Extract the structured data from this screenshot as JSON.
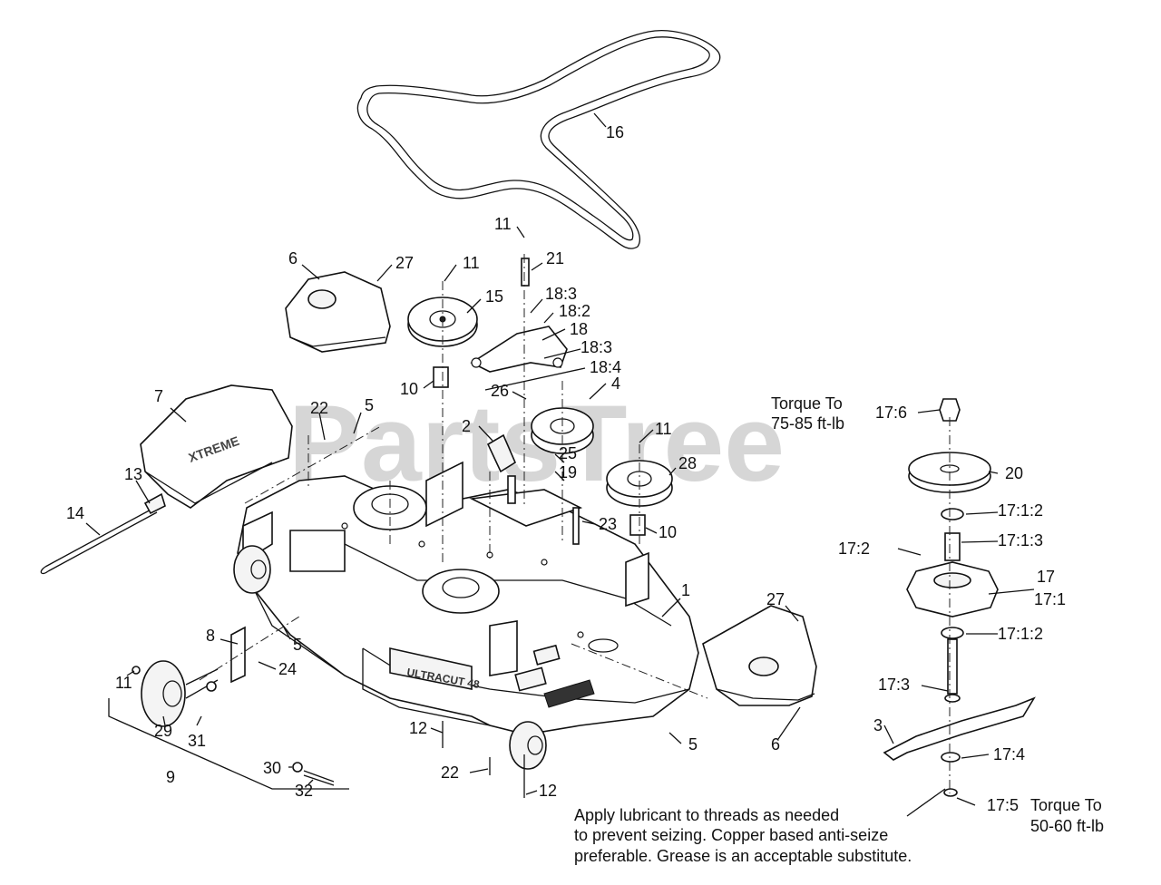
{
  "watermark": "PartsTree",
  "callouts": [
    {
      "label": "16"
    },
    {
      "label": "11"
    },
    {
      "label": "21"
    },
    {
      "label": "6"
    },
    {
      "label": "27"
    },
    {
      "label": "11"
    },
    {
      "label": "15"
    },
    {
      "label": "18:3"
    },
    {
      "label": "18:2"
    },
    {
      "label": "18"
    },
    {
      "label": "18:3"
    },
    {
      "label": "18:4"
    },
    {
      "label": "10"
    },
    {
      "label": "7"
    },
    {
      "label": "22"
    },
    {
      "label": "5"
    },
    {
      "label": "26"
    },
    {
      "label": "4"
    },
    {
      "label": "2"
    },
    {
      "label": "11"
    },
    {
      "label": "25"
    },
    {
      "label": "28"
    },
    {
      "label": "19"
    },
    {
      "label": "13"
    },
    {
      "label": "14"
    },
    {
      "label": "23"
    },
    {
      "label": "10"
    },
    {
      "label": "1"
    },
    {
      "label": "27"
    },
    {
      "label": "8"
    },
    {
      "label": "5"
    },
    {
      "label": "24"
    },
    {
      "label": "11"
    },
    {
      "label": "29"
    },
    {
      "label": "31"
    },
    {
      "label": "9"
    },
    {
      "label": "12"
    },
    {
      "label": "5"
    },
    {
      "label": "6"
    },
    {
      "label": "30"
    },
    {
      "label": "22"
    },
    {
      "label": "32"
    },
    {
      "label": "12"
    },
    {
      "label": "17:6"
    },
    {
      "label": "20"
    },
    {
      "label": "17:1:2"
    },
    {
      "label": "17:1:3"
    },
    {
      "label": "17:2"
    },
    {
      "label": "17"
    },
    {
      "label": "17:1"
    },
    {
      "label": "17:1:2"
    },
    {
      "label": "17:3"
    },
    {
      "label": "3"
    },
    {
      "label": "17:4"
    },
    {
      "label": "17:5"
    }
  ],
  "notes": {
    "torque_spindle_line1": "Torque To",
    "torque_spindle_line2": "75-85 ft-lb",
    "torque_blade_line1": "Torque To",
    "torque_blade_line2": "50-60 ft-lb",
    "lubricant_line1": "Apply lubricant to threads as needed",
    "lubricant_line2": "to prevent seizing. Copper based anti-seize",
    "lubricant_line3": "preferable. Grease is an acceptable substitute."
  },
  "decals": {
    "deck_brand": "ULTRACUT 48",
    "shield_brand": "XTREME"
  }
}
